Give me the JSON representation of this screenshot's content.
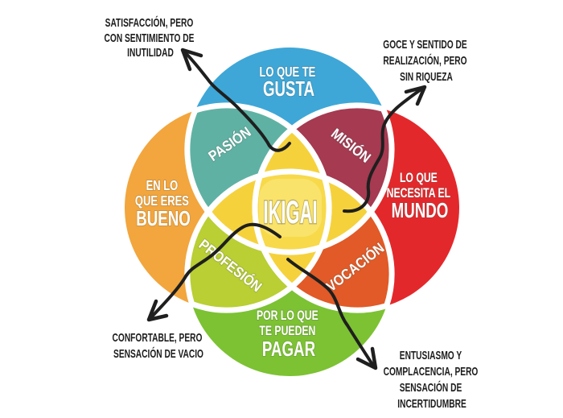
{
  "colors": {
    "love": "#3EA7D7",
    "good": "#F2A63D",
    "world": "#E3282B",
    "paid": "#7CC233",
    "pasion": "#5FB2A3",
    "mision": "#A53A51",
    "profesion": "#B9CF33",
    "vocacion": "#E15A27",
    "petal": "#F5D23C",
    "center": "#F7D94A",
    "center_highlight": "#FAE36A",
    "arrow": "#1F1F1F",
    "annotation_text": "#1C1C1C",
    "label_text": "#FFFFFF"
  },
  "diagram": {
    "center_label": "IKIGAI",
    "circle_love": {
      "lines": [
        "LO QUE TE",
        "GUSTA"
      ]
    },
    "circle_good": {
      "lines": [
        "EN LO",
        "QUE ERES",
        "BUENO"
      ]
    },
    "circle_world": {
      "lines": [
        "LO QUE",
        "NECESITA EL",
        "MUNDO"
      ]
    },
    "circle_paid": {
      "lines": [
        "POR LO QUE",
        "TE PUEDEN",
        "PAGAR"
      ]
    },
    "overlap_pasion": "PASIÓN",
    "overlap_mision": "MISIÓN",
    "overlap_profesion": "PROFESIÓN",
    "overlap_vocacion": "VOCACIÓN"
  },
  "annotations": {
    "top_left": {
      "lines": [
        "SATISFACCIÓN, PERO",
        "CON SENTIMIENTO DE",
        "INUTILIDAD"
      ]
    },
    "top_right": {
      "lines": [
        "GOCE Y SENTIDO DE",
        "REALIZACIÓN, PERO",
        "SIN RIQUEZA"
      ]
    },
    "bottom_left": {
      "lines": [
        "CONFORTABLE, PERO",
        "SENSACIÓN DE VACIO"
      ]
    },
    "bottom_right": {
      "lines": [
        "ENTUSIASMO Y",
        "COMPLACENCIA, PERO",
        "SENSACIÓN DE",
        "INCERTIDUMBRE"
      ]
    }
  }
}
